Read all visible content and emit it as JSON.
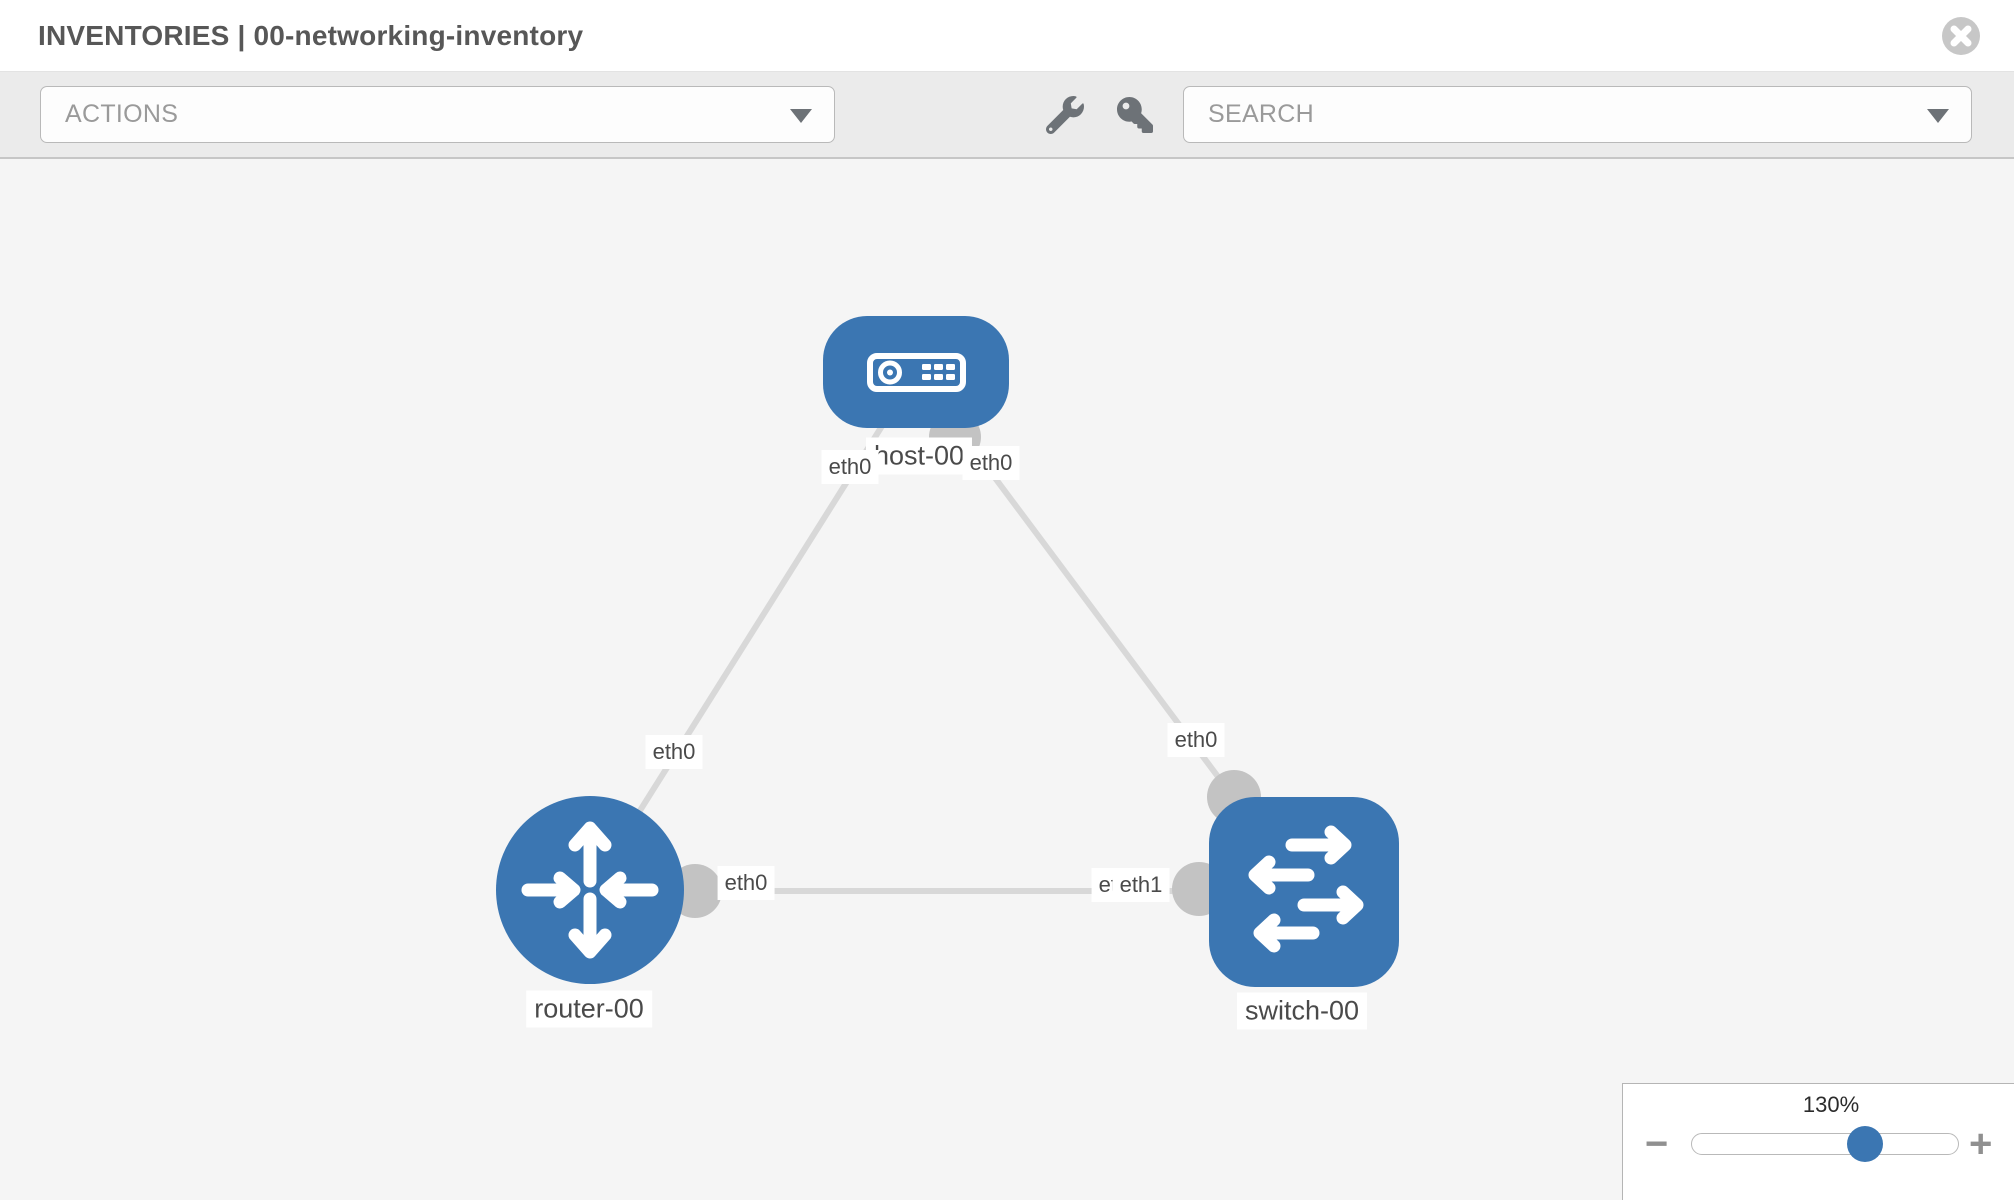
{
  "header": {
    "title": "INVENTORIES | 00-networking-inventory"
  },
  "toolbar": {
    "actions_label": "ACTIONS",
    "search_label": "SEARCH",
    "icons": [
      "wrench-icon",
      "key-icon"
    ]
  },
  "topology": {
    "nodes": [
      {
        "id": "host-00",
        "type": "host",
        "label": "host-00"
      },
      {
        "id": "router-00",
        "type": "router",
        "label": "router-00"
      },
      {
        "id": "switch-00",
        "type": "switch",
        "label": "switch-00"
      }
    ],
    "links": [
      {
        "from": "host-00",
        "to": "router-00",
        "from_if": "eth0",
        "to_if": "eth0"
      },
      {
        "from": "host-00",
        "to": "switch-00",
        "from_if": "eth0",
        "to_if": "eth0"
      },
      {
        "from": "router-00",
        "to": "switch-00",
        "from_if": "eth0",
        "to_if": "eth1",
        "to_if_overlapped": "eth0"
      }
    ]
  },
  "zoom_panel": {
    "value": "130%",
    "minus_label": "−",
    "plus_label": "+"
  },
  "colors": {
    "node_blue": "#3b76b2",
    "link_gray": "#d8d8d8",
    "connector_gray": "#c3c3c3",
    "canvas_bg": "#f5f5f5",
    "toolbar_bg": "#ebebeb"
  }
}
